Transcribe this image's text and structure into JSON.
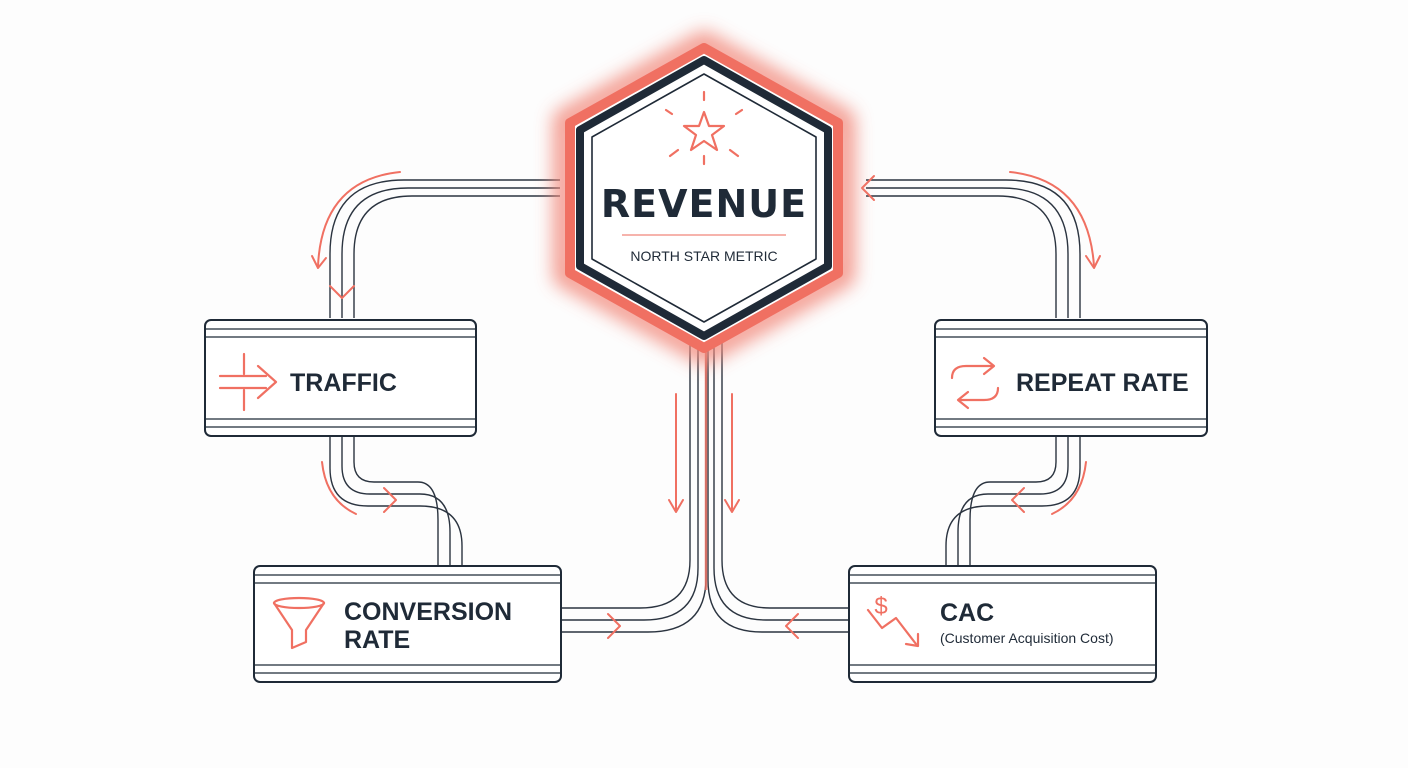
{
  "hub": {
    "title": "REVENUE",
    "subtitle": "NORTH STAR METRIC",
    "icon": "star-icon"
  },
  "nodes": {
    "traffic": {
      "label": "TRAFFIC",
      "icon": "arrow-right-lines-icon"
    },
    "conversion": {
      "line1": "CONVERSION",
      "line2": "RATE",
      "icon": "funnel-icon"
    },
    "repeat": {
      "label": "REPEAT RATE",
      "icon": "refresh-cycle-icon"
    },
    "cac": {
      "label": "CAC",
      "sub": "(Customer Acquisition Cost)",
      "icon": "dollar-down-trend-icon"
    }
  },
  "colors": {
    "ink": "#1f2a37",
    "accent": "#f07062",
    "glow": "#f6a59a"
  }
}
